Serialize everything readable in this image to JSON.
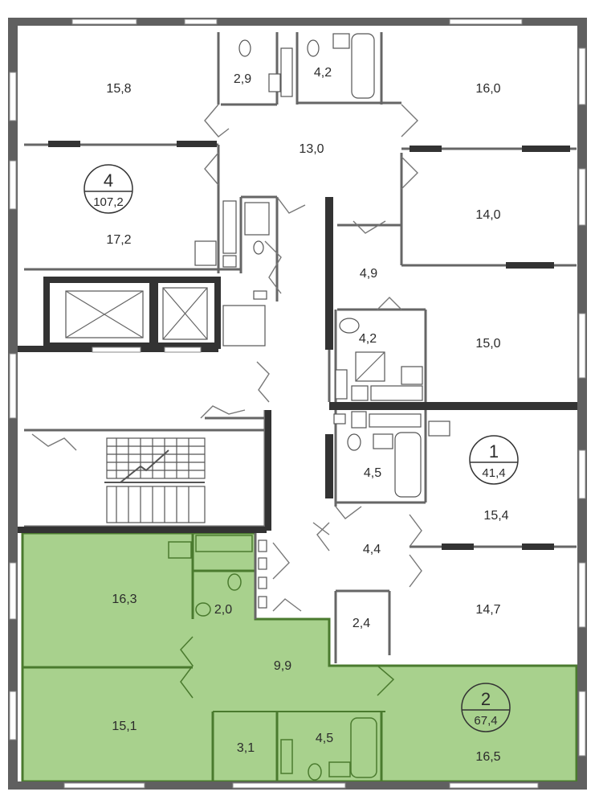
{
  "apartments": [
    {
      "number": "4",
      "area": "107,2"
    },
    {
      "number": "1",
      "area": "41,4"
    },
    {
      "number": "2",
      "area": "67,4"
    }
  ],
  "rooms": [
    "15,8",
    "2,9",
    "4,2",
    "16,0",
    "13,0",
    "17,2",
    "14,0",
    "4,9",
    "4,2",
    "15,0",
    "4,5",
    "15,4",
    "4,4",
    "16,3",
    "2,0",
    "2,4",
    "14,7",
    "9,9",
    "15,1",
    "3,1",
    "4,5",
    "16,5"
  ],
  "colors": {
    "highlight_fill": "#a8d18d",
    "highlight_stroke": "#4a7a2e",
    "wall": "#606060"
  }
}
